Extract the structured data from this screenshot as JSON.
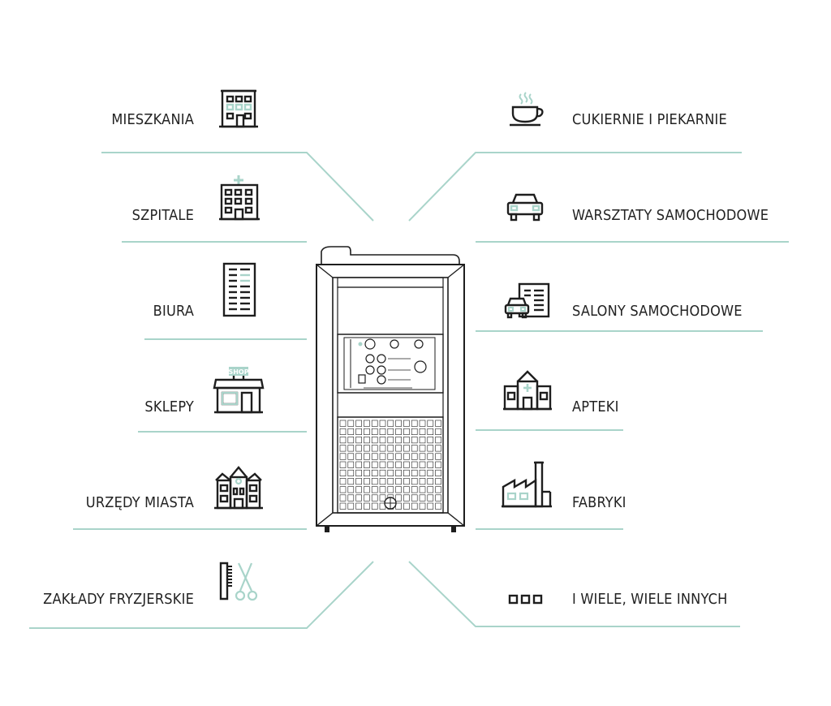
{
  "colors": {
    "accent": "#a9d4ca",
    "ink": "#1e1e1e"
  },
  "left_items": [
    {
      "label": "MIESZKANIA",
      "icon": "apartment-building-icon"
    },
    {
      "label": "SZPITALE",
      "icon": "hospital-icon"
    },
    {
      "label": "BIURA",
      "icon": "office-building-icon"
    },
    {
      "label": "SKLEPY",
      "icon": "shop-icon"
    },
    {
      "label": "URZĘDY MIASTA",
      "icon": "city-hall-icon"
    },
    {
      "label": "ZAKŁADY FRYZJERSKIE",
      "icon": "comb-scissors-icon"
    }
  ],
  "right_items": [
    {
      "label": "CUKIERNIE I PIEKARNIE",
      "icon": "coffee-cup-icon"
    },
    {
      "label": "WARSZTATY SAMOCHODOWE",
      "icon": "car-icon"
    },
    {
      "label": "SALONY SAMOCHODOWE",
      "icon": "car-dealer-icon"
    },
    {
      "label": "APTEKI",
      "icon": "pharmacy-icon"
    },
    {
      "label": "FABRYKI",
      "icon": "factory-icon"
    },
    {
      "label": "I WIELE, WIELE INNYCH",
      "icon": "more-dots-icon"
    }
  ],
  "device": {
    "icon": "sterilizer-device-icon"
  }
}
